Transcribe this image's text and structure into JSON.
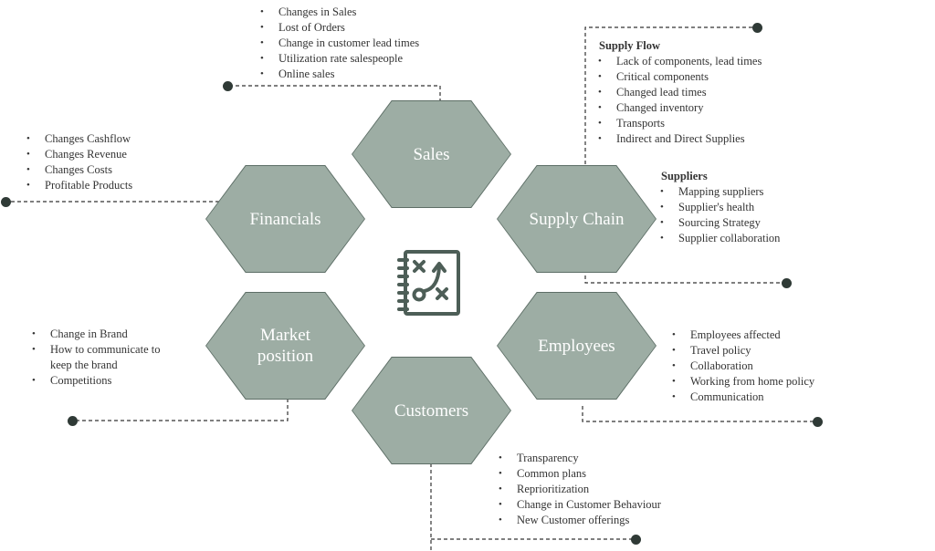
{
  "colors": {
    "hex_fill": "#9dada4",
    "hex_border": "#5d6e66",
    "icon": "#4d5e57",
    "connector": "#333333",
    "dot": "#2f3a36"
  },
  "center_icon": "strategy-board-icon",
  "hexagons": {
    "sales": "Sales",
    "financials": "Financials",
    "supply_chain": "Supply Chain",
    "market_position": "Market\nposition",
    "employees": "Employees",
    "customers": "Customers"
  },
  "sales_items": [
    "Changes in Sales",
    "Lost of Orders",
    "Change in customer lead times",
    "Utilization rate salespeople",
    "Online sales"
  ],
  "financials_items": [
    "Changes Cashflow",
    "Changes Revenue",
    "Changes Costs",
    "Profitable Products"
  ],
  "supply_flow": {
    "title": "Supply Flow",
    "items": [
      "Lack of components, lead times",
      "Critical components",
      "Changed lead times",
      "Changed inventory",
      "Transports",
      "Indirect and Direct Supplies"
    ]
  },
  "suppliers": {
    "title": "Suppliers",
    "items": [
      "Mapping suppliers",
      "Supplier's health",
      "Sourcing Strategy",
      "Supplier collaboration"
    ]
  },
  "market_items": [
    "Change in Brand",
    "How to communicate to keep the brand",
    "Competitions"
  ],
  "employees_items": [
    "Employees affected",
    "Travel policy",
    "Collaboration",
    "Working from home policy",
    "Communication"
  ],
  "customers_items": [
    "Transparency",
    "Common plans",
    "Reprioritization",
    "Change in Customer Behaviour",
    "New Customer offerings"
  ]
}
